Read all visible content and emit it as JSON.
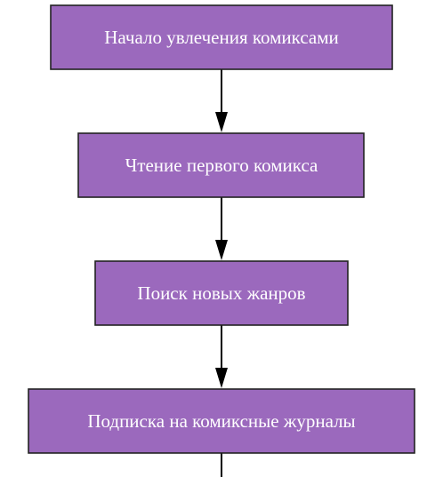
{
  "diagram": {
    "type": "flowchart",
    "direction": "top-to-bottom",
    "colors": {
      "node_fill": "#9b69bd",
      "node_border": "#222222",
      "node_text": "#ffffff",
      "edge": "#000000",
      "background": "#ffffff"
    },
    "nodes": [
      {
        "id": "start",
        "label": "Начало увлечения комиксами"
      },
      {
        "id": "first",
        "label": "Чтение первого комикса"
      },
      {
        "id": "genres",
        "label": "Поиск новых жанров"
      },
      {
        "id": "subscribe",
        "label": "Подписка на комиксные журналы"
      }
    ],
    "edges": [
      {
        "from": "start",
        "to": "first"
      },
      {
        "from": "first",
        "to": "genres"
      },
      {
        "from": "genres",
        "to": "subscribe"
      },
      {
        "from": "subscribe",
        "to": null,
        "continues": true
      }
    ]
  }
}
